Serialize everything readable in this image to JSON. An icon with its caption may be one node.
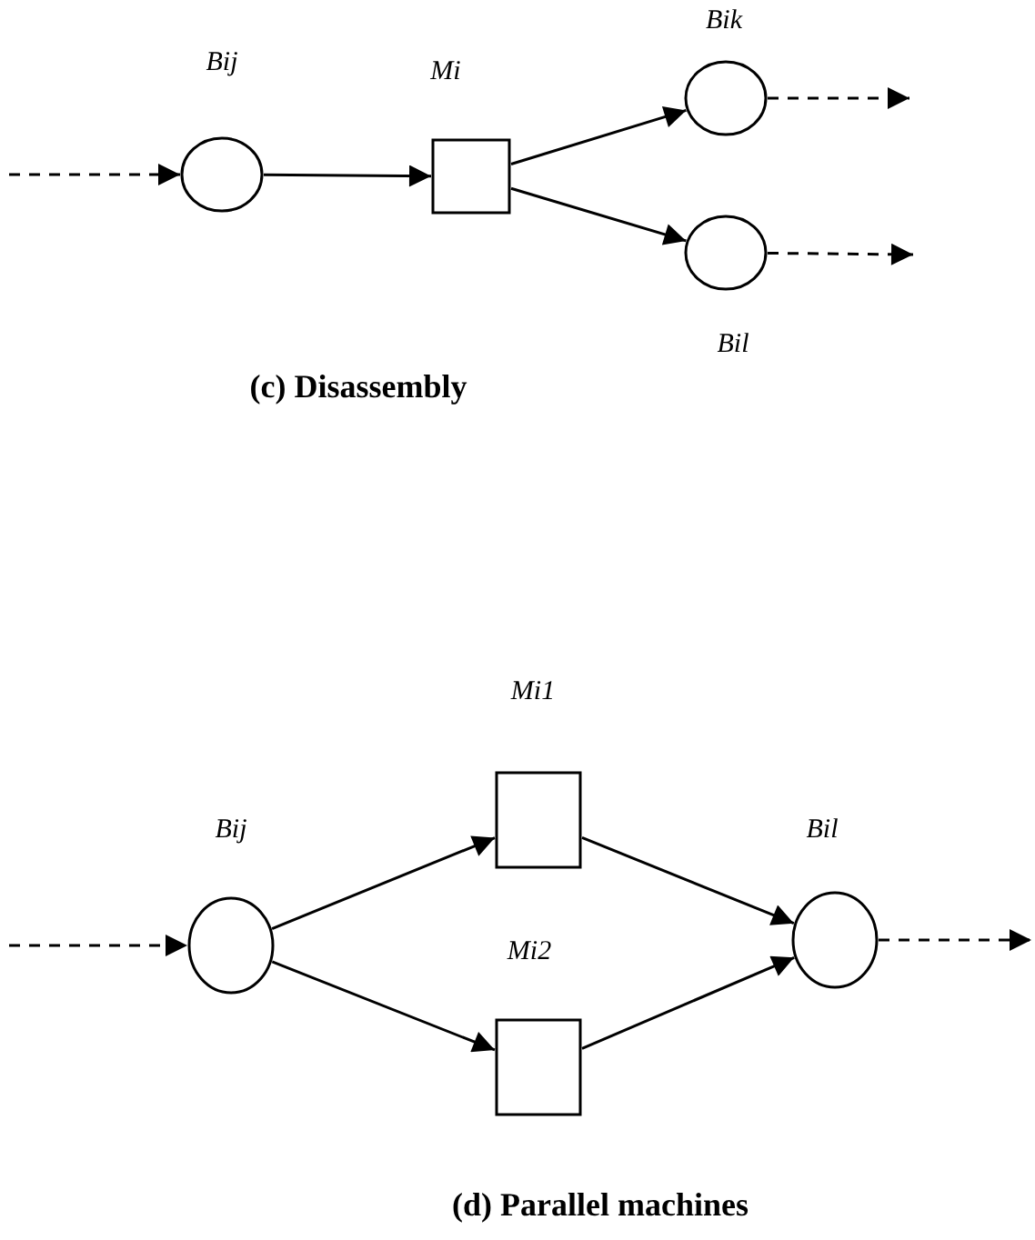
{
  "diagram": {
    "nodes": [
      {
        "text": [
          "Bij"
        ]
      },
      {
        "text": [
          "Mi"
        ]
      },
      {
        "text": [
          "Bik"
        ]
      },
      {
        "text": [
          "Bil"
        ]
      },
      {
        "text": [
          "Bij"
        ]
      },
      {
        "text": [
          "Mi1"
        ]
      },
      {
        "text": [
          "Mi2"
        ]
      },
      {
        "text": [
          "Bil"
        ]
      }
    ],
    "edges": [
      {
        "from": null,
        "to": 0,
        "arrow": "to",
        "style": "dashed"
      },
      {
        "from": 0,
        "to": 1,
        "arrow": "to"
      },
      {
        "from": 1,
        "to": 2,
        "arrow": "to"
      },
      {
        "from": 1,
        "to": 3,
        "arrow": "to"
      },
      {
        "from": 2,
        "to": null,
        "arrow": "to",
        "style": "dashed"
      },
      {
        "from": 3,
        "to": null,
        "arrow": "to",
        "style": "dashed"
      },
      {
        "from": null,
        "to": 4,
        "arrow": "to",
        "style": "dashed"
      },
      {
        "from": 4,
        "to": 5,
        "arrow": "to"
      },
      {
        "from": 4,
        "to": 6,
        "arrow": "to"
      },
      {
        "from": 5,
        "to": 7,
        "arrow": "to"
      },
      {
        "from": 6,
        "to": 7,
        "arrow": "to"
      },
      {
        "from": 7,
        "to": null,
        "arrow": "to",
        "style": "dashed"
      }
    ],
    "labels": [
      "(c) Disassembly",
      "(d) Parallel machines"
    ]
  }
}
